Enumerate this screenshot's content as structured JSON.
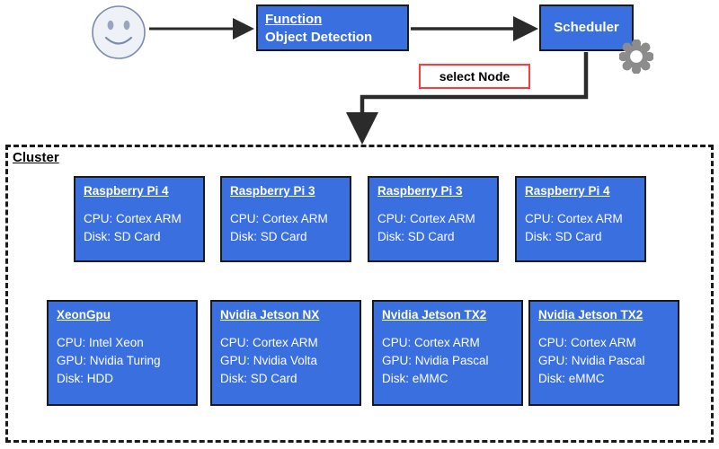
{
  "colors": {
    "node_fill": "#3A6FE0",
    "node_border": "#1a1a1a",
    "connector": "#2b2b2b",
    "label_border": "#FF3B3B",
    "gear": "#8c8c8c",
    "smiley_fill": "#eef1f6",
    "smiley_stroke": "#7a8ab0",
    "background": "#ffffff"
  },
  "flow": {
    "user": {
      "icon": "smiley-face-icon"
    },
    "function": {
      "title": "Function",
      "subtitle": "Object Detection"
    },
    "scheduler": {
      "title": "Scheduler",
      "icon": "gear-icon"
    },
    "select_node_label": "select Node"
  },
  "cluster": {
    "label": "Cluster",
    "rows": [
      {
        "nodes": [
          {
            "title": "Raspberry Pi 4",
            "specs": [
              "CPU: Cortex ARM",
              "Disk: SD Card"
            ]
          },
          {
            "title": "Raspberry Pi 3",
            "specs": [
              "CPU: Cortex ARM",
              "Disk: SD Card"
            ]
          },
          {
            "title": "Raspberry Pi 3",
            "specs": [
              "CPU: Cortex ARM",
              "Disk: SD Card"
            ]
          },
          {
            "title": "Raspberry Pi 4",
            "specs": [
              "CPU: Cortex ARM",
              "Disk: SD Card"
            ]
          }
        ]
      },
      {
        "nodes": [
          {
            "title": "XeonGpu",
            "specs": [
              "CPU: Intel Xeon",
              "GPU: Nvidia Turing",
              "Disk: HDD"
            ]
          },
          {
            "title": "Nvidia Jetson NX",
            "specs": [
              "CPU: Cortex ARM",
              "GPU: Nvidia Volta",
              "Disk: SD Card"
            ]
          },
          {
            "title": "Nvidia Jetson TX2",
            "specs": [
              "CPU: Cortex ARM",
              "GPU: Nvidia Pascal",
              "Disk: eMMC"
            ]
          },
          {
            "title": "Nvidia Jetson TX2",
            "specs": [
              "CPU: Cortex ARM",
              "GPU: Nvidia Pascal",
              "Disk: eMMC"
            ]
          }
        ]
      }
    ]
  }
}
